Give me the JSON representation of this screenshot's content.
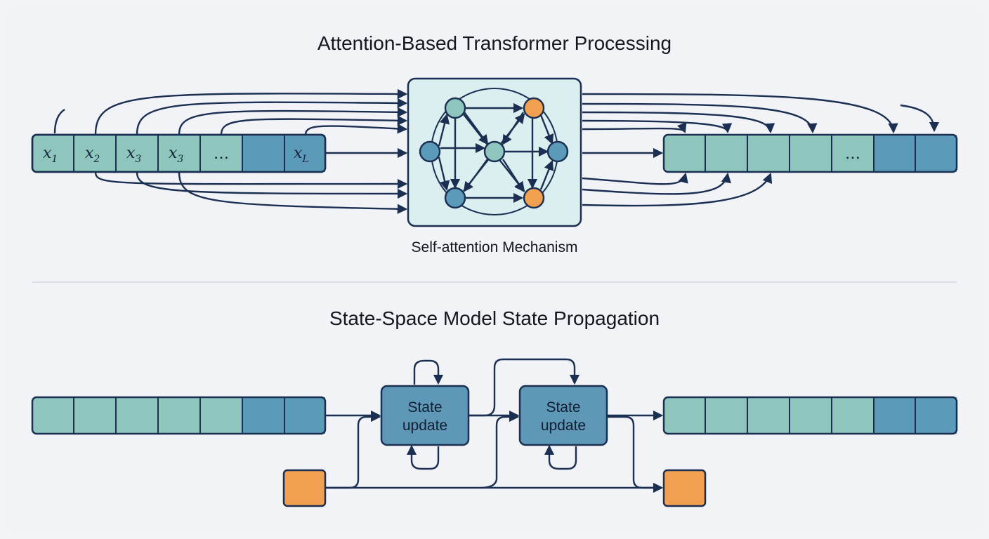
{
  "top_section": {
    "title": "Attention-Based Transformer Processing",
    "caption": "Self-attention Mechanism",
    "input_tokens": [
      {
        "base": "x",
        "sub": "1"
      },
      {
        "base": "x",
        "sub": "2"
      },
      {
        "base": "x",
        "sub": "3"
      },
      {
        "base": "x",
        "sub": "3"
      },
      {
        "base": "…",
        "sub": ""
      },
      {
        "base": "",
        "sub": ""
      },
      {
        "base": "x",
        "sub": "L"
      }
    ],
    "output_tokens": [
      "",
      "",
      "",
      "",
      "…",
      "",
      ""
    ]
  },
  "bottom_section": {
    "title": "State-Space Model State Propagation",
    "state_update_1": {
      "line1": "State",
      "line2": "update"
    },
    "state_update_2": {
      "line1": "State",
      "line2": "update"
    }
  },
  "colors": {
    "token_light": "#8ec5bd",
    "token_dark": "#5b9ab8",
    "box_fill": "#dbeef0",
    "state_box": "#5f97b6",
    "node_teal": "#8ec5bd",
    "node_blue": "#5b9ab8",
    "node_orange": "#f0a050",
    "stroke": "#1a2f52"
  }
}
